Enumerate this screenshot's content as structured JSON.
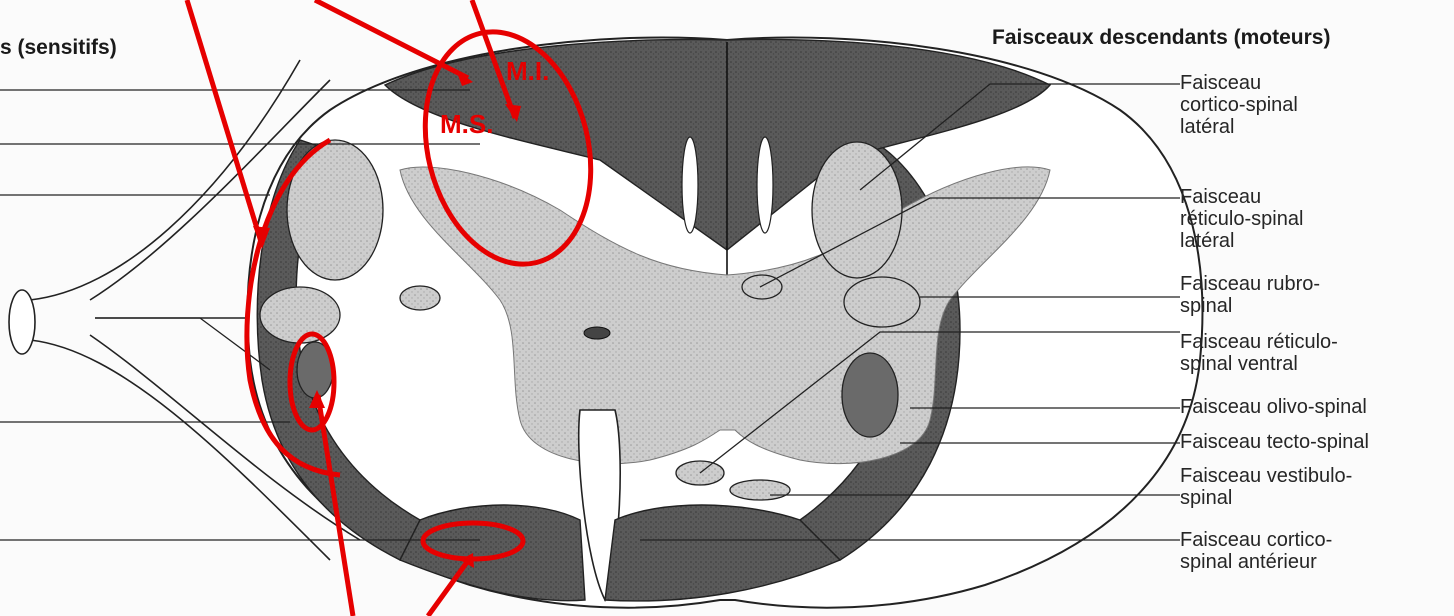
{
  "headings": {
    "ascending": "s (sensitifs)",
    "descending": "Faisceaux descendants (moteurs)"
  },
  "annotations": {
    "mi": "M.I.",
    "ms": "M.S."
  },
  "labels": [
    [
      "Faisceau",
      "cortico-spinal",
      "latéral"
    ],
    [
      "Faisceau",
      "réticulo-spinal",
      "latéral"
    ],
    [
      "Faisceau rubro-",
      "spinal"
    ],
    [
      "Faisceau réticulo-",
      "spinal ventral"
    ],
    [
      "Faisceau olivo-spinal"
    ],
    [
      "Faisceau tecto-spinal"
    ],
    [
      "Faisceau vestibulo-",
      "spinal"
    ],
    [
      "Faisceau cortico-",
      "spinal antérieur"
    ]
  ],
  "colors": {
    "annotation": "#e60000",
    "dark_tract": "#555555",
    "light_tract": "#cfcfcf",
    "gray_matter": "#c8c8c8",
    "line": "#222222"
  }
}
